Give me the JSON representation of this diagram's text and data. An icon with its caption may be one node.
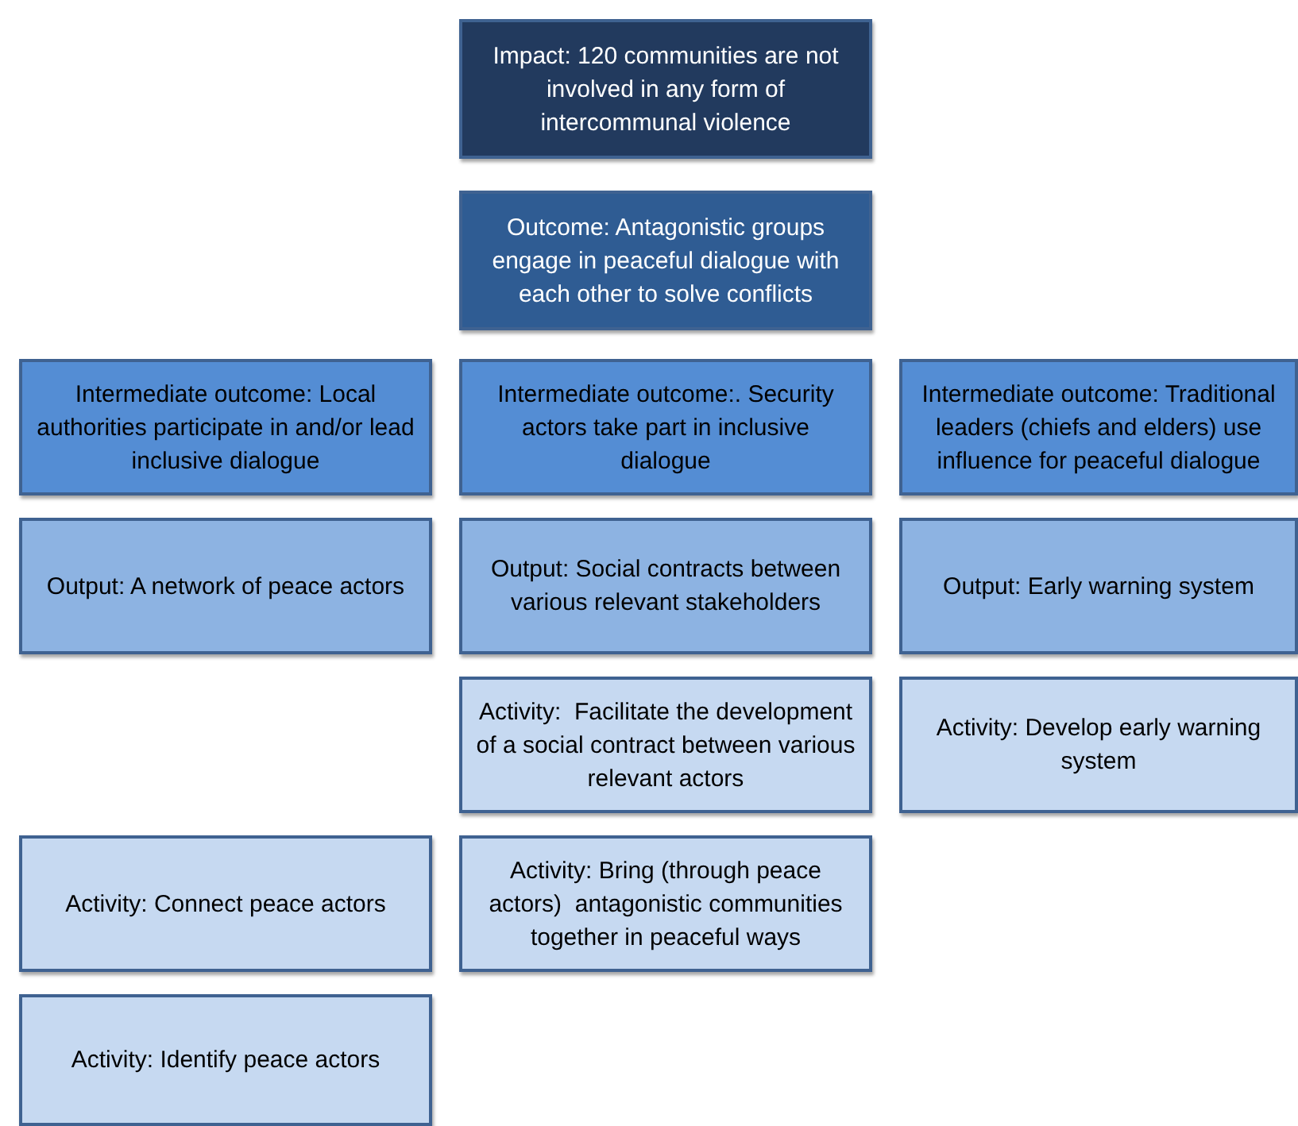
{
  "diagram": {
    "nodes": [
      {
        "text": [
          "Impact: 120 communities are not involved in any form of intercommunal violence"
        ]
      },
      {
        "text": [
          "Outcome: Antagonistic groups engage in peaceful dialogue with each other to solve conflicts"
        ]
      },
      {
        "text": [
          "Intermediate outcome: Local authorities participate in and/or lead inclusive dialogue"
        ]
      },
      {
        "text": [
          "Intermediate outcome:. Security actors take part in inclusive dialogue"
        ]
      },
      {
        "text": [
          "Intermediate outcome: Traditional leaders (chiefs and elders) use influence for peaceful dialogue"
        ]
      },
      {
        "text": [
          "Output: A network of peace actors"
        ]
      },
      {
        "text": [
          "Output: Social contracts between various relevant stakeholders"
        ]
      },
      {
        "text": [
          "Output: Early warning system"
        ]
      },
      {
        "text": [
          "Activity:  Facilitate the development of a social contract between various relevant actors"
        ]
      },
      {
        "text": [
          "Activity: Develop early warning system"
        ]
      },
      {
        "text": [
          "Activity: Connect peace actors"
        ]
      },
      {
        "text": [
          "Activity: Bring (through peace actors)  antagonistic communities together in peaceful ways"
        ]
      },
      {
        "text": [
          "Activity: Identify peace actors"
        ]
      }
    ]
  }
}
